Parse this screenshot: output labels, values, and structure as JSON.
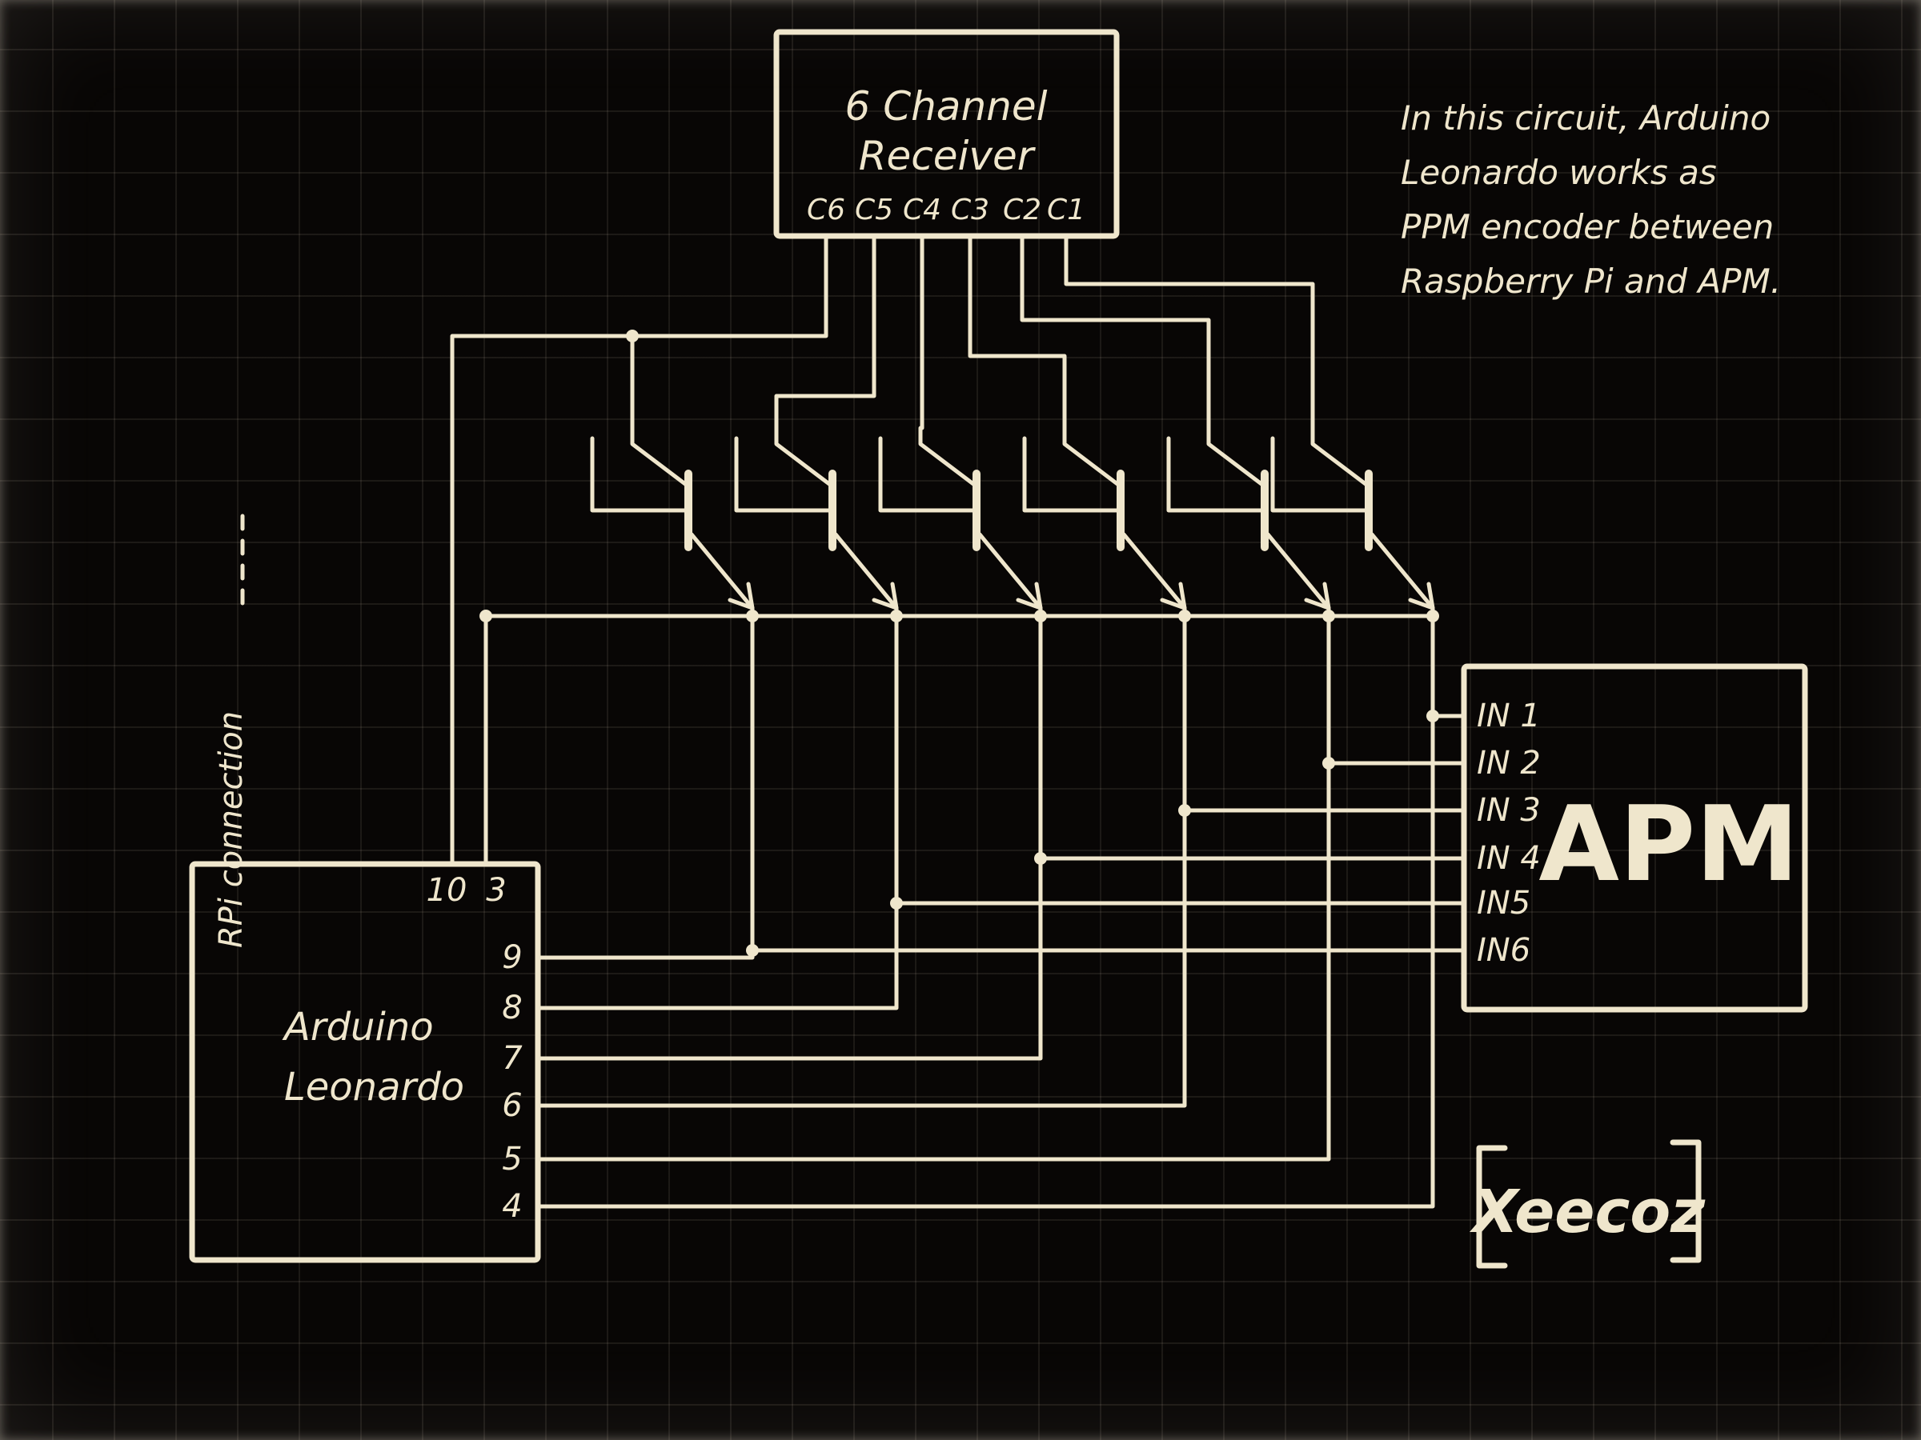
{
  "palette": {
    "ink": "#efe6cc",
    "bg": "#080605",
    "grid": "rgba(212,200,178,0.10)"
  },
  "receiver": {
    "title_line1": "6 Channel",
    "title_line2": "Receiver",
    "pins": [
      "C6",
      "C5",
      "C4",
      "C3",
      "C2",
      "C1"
    ]
  },
  "arduino": {
    "title_line1": "Arduino",
    "title_line2": "Leonardo",
    "top_pins": [
      "10",
      "3"
    ],
    "right_pins": [
      "9",
      "8",
      "7",
      "6",
      "5",
      "4"
    ]
  },
  "apm": {
    "title": "APM",
    "pins": [
      "IN 1",
      "IN 2",
      "IN 3",
      "IN 4",
      "IN5",
      "IN6"
    ]
  },
  "annotation": {
    "lines": [
      "In this circuit, Arduino",
      "Leonardo works as",
      "PPM encoder between",
      "Raspberry Pi and APM."
    ]
  },
  "rpi_label": "RPi connection",
  "signature": "Xeecoz"
}
